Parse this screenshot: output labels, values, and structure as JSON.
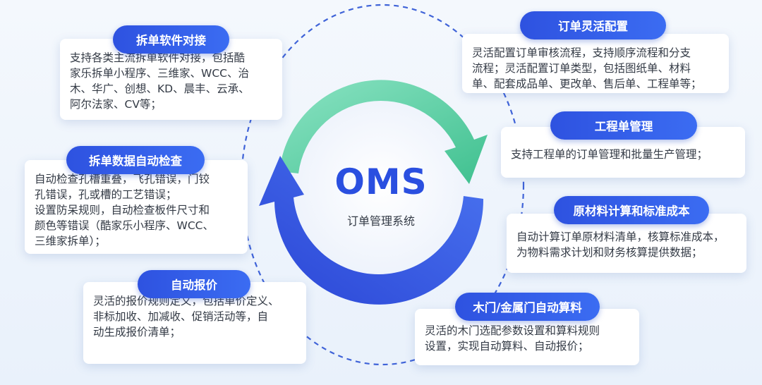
{
  "center": {
    "title": "OMS",
    "subtitle": "订单管理系统"
  },
  "colors": {
    "accent_blue": "#3b6cf2",
    "accent_green": "#5fd3a6",
    "dash_blue": "#3f63d8"
  },
  "features": {
    "split_software": {
      "title": "拆单软件对接",
      "text": "支持各类主流拆单软件对接，包括酷\n家乐拆单小程序、三维家、WCC、治\n木、华广、创想、KD、晨丰、云承、\n阿尔法家、CV等；"
    },
    "split_check": {
      "title": "拆单数据自动检查",
      "text": "自动检查孔槽重叠，飞孔错误，门铰\n孔错误，孔或槽的工艺错误；\n设置防呆规则，自动检查板件尺寸和\n颜色等错误（酷家乐小程序、WCC、\n三维家拆单）；"
    },
    "auto_quote": {
      "title": "自动报价",
      "text": "灵活的报价规则定义，包括单价定义、\n非标加收、加减收、促销活动等，自\n动生成报价清单；"
    },
    "order_config": {
      "title": "订单灵活配置",
      "text": "灵活配置订单审核流程，支持顺序流程和分支\n流程；灵活配置订单类型，包括图纸单、材料\n单、配套成品单、更改单、售后单、工程单等；"
    },
    "engineering": {
      "title": "工程单管理",
      "text": "支持工程单的订单管理和批量生产管理；"
    },
    "material_cost": {
      "title": "原材料计算和标准成本",
      "text": "自动计算订单原材料清单，核算标准成本，\n为物料需求计划和财务核算提供数据；"
    },
    "door_calc": {
      "title": "木门/金属门自动算料",
      "text": "灵活的木门选配参数设置和算料规则\n设置，实现自动算料、自动报价；"
    }
  }
}
